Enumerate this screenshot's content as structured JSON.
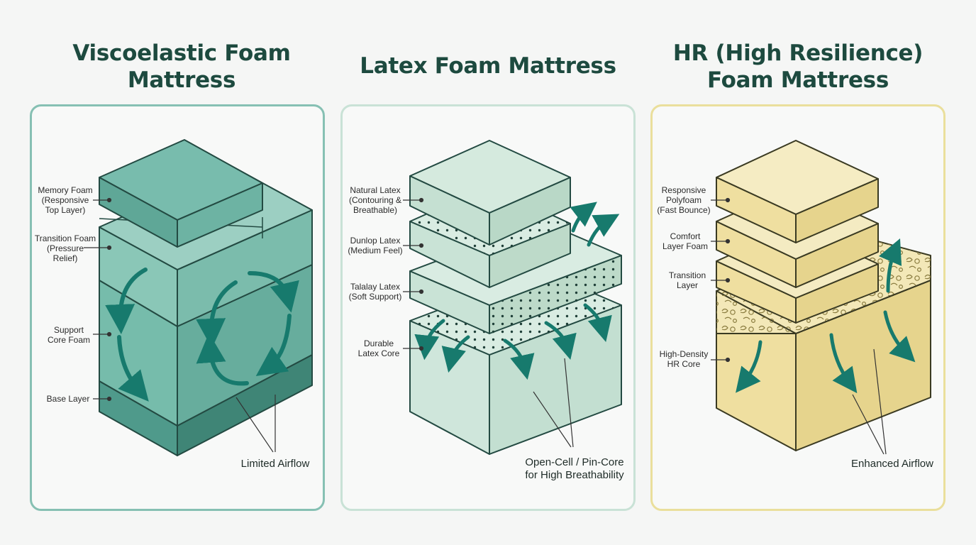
{
  "colors": {
    "visco_border": "#86c0b3",
    "latex_border": "#c9e2d6",
    "hr_border": "#eadf9c",
    "arrow": "#177a6d",
    "outline": "#234a42"
  },
  "panels": [
    {
      "title_lines": [
        "Viscoelastic Foam",
        "Mattress"
      ],
      "layers": [
        {
          "label_lines": [
            "Memory Foam",
            "(Responsive",
            "Top Layer)"
          ]
        },
        {
          "label_lines": [
            "Transition Foam",
            "(Pressure",
            "Relief)"
          ]
        },
        {
          "label_lines": [
            "Support",
            "Core Foam"
          ]
        },
        {
          "label_lines": [
            "Base Layer"
          ]
        }
      ],
      "callout_lines": [
        "Limited Airflow"
      ]
    },
    {
      "title_lines": [
        "Latex Foam Mattress"
      ],
      "layers": [
        {
          "label_lines": [
            "Natural Latex",
            "(Contouring &",
            "Breathable)"
          ]
        },
        {
          "label_lines": [
            "Dunlop Latex",
            "(Medium Feel)"
          ]
        },
        {
          "label_lines": [
            "Talalay Latex",
            "(Soft Support)"
          ]
        },
        {
          "label_lines": [
            "Durable",
            "Latex Core"
          ]
        }
      ],
      "callout_lines": [
        "Open-Cell / Pin-Core",
        "for High Breathability"
      ]
    },
    {
      "title_lines": [
        "HR (High Resilience)",
        "Foam Mattress"
      ],
      "layers": [
        {
          "label_lines": [
            "Responsive",
            "Polyfoam",
            "(Fast Bounce)"
          ]
        },
        {
          "label_lines": [
            "Comfort",
            "Layer Foam"
          ]
        },
        {
          "label_lines": [
            "Transition",
            "Layer"
          ]
        },
        {
          "label_lines": [
            "High-Density",
            "HR Core"
          ]
        }
      ],
      "callout_lines": [
        "Enhanced Airflow"
      ]
    }
  ]
}
